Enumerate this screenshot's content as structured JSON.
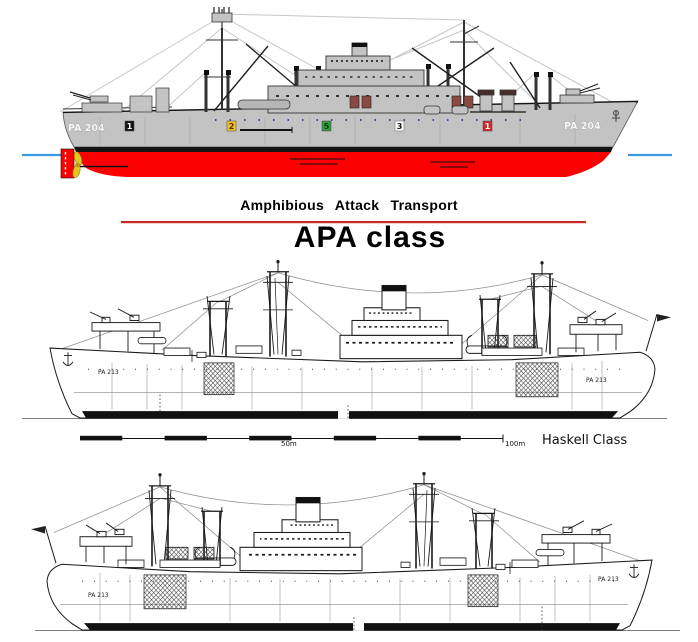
{
  "header": {
    "subtitle": "Amphibious Attack Transport",
    "title": "APA class",
    "rule_color": "#c42a24"
  },
  "color_ship": {
    "bow_hull_number": "PA 204",
    "stern_hull_number": "PA 204",
    "hold_flags": [
      {
        "label": "1",
        "bg": "#141414",
        "fg": "#ffffff"
      },
      {
        "label": "2",
        "bg": "#f3c224",
        "fg": "#4a3300"
      },
      {
        "label": "5",
        "bg": "#2f9e41",
        "fg": "#0b3b11"
      },
      {
        "label": "3",
        "bg": "#ffffff",
        "fg": "#111111"
      },
      {
        "label": "1",
        "bg": "#cd2b2b",
        "fg": "#ffffff"
      }
    ],
    "colors": {
      "hull": "#c3c3c3",
      "bottom": "#fb0000",
      "boot": "#141414",
      "waterline": "#3b9ae0",
      "propeller": "#e7c71f"
    }
  },
  "scale_bar": {
    "mid_label": "50m",
    "end_label": "100m"
  },
  "class_caption": "Haskell Class",
  "line_ships": [
    {
      "bow_hull_number": "PA 213",
      "stern_hull_number": "PA 213"
    },
    {
      "bow_hull_number": "PA 213",
      "stern_hull_number": "PA 213"
    }
  ]
}
